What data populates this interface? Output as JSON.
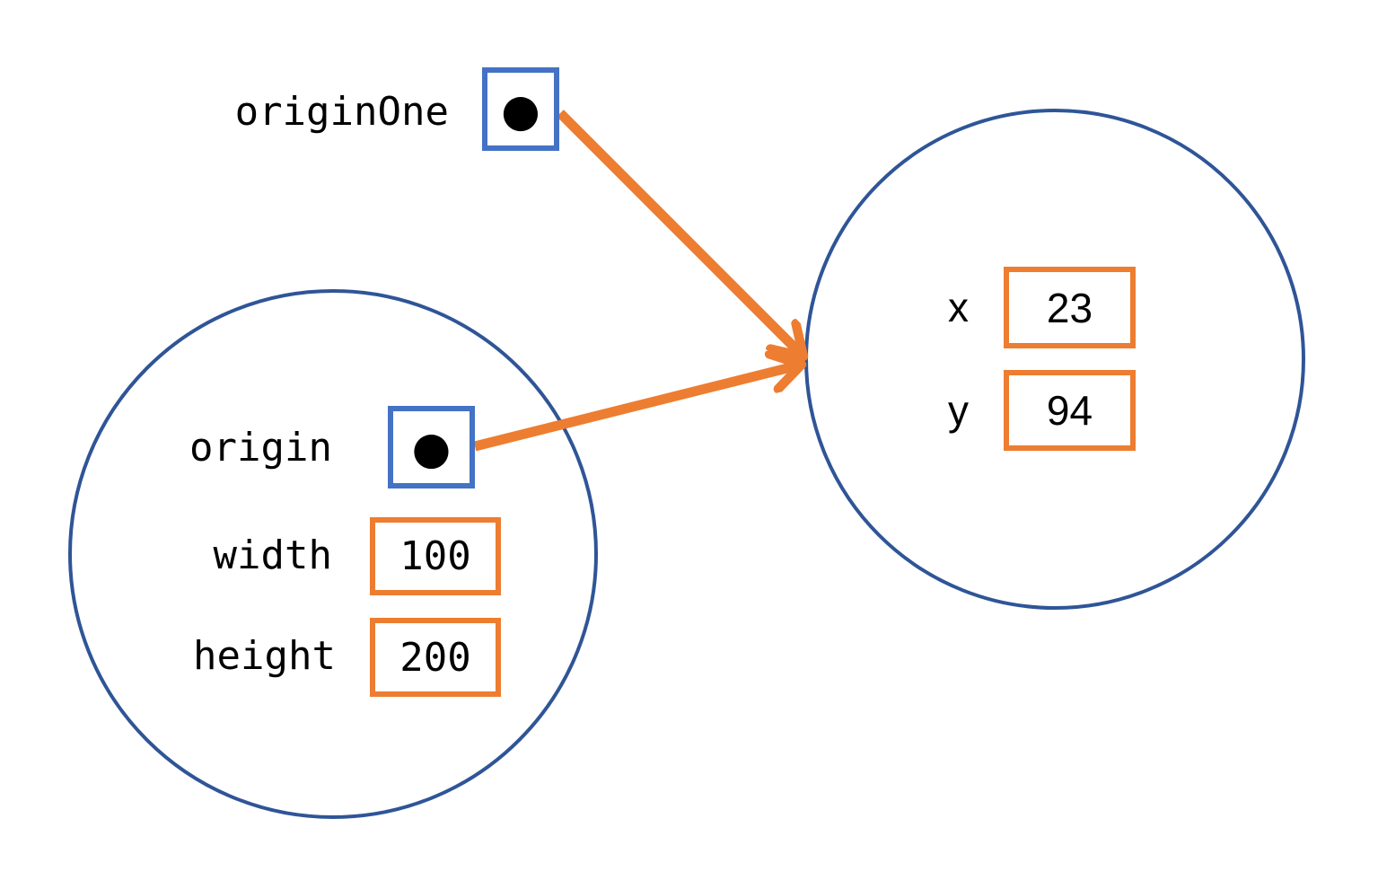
{
  "colors": {
    "reference_box_blue": "#4472C4",
    "object_circle_navy": "#2F5597",
    "accent_orange": "#ED7D31",
    "text_black": "#000000"
  },
  "icons": {
    "reference_dot": "●"
  },
  "stack_variables": {
    "origin_one": {
      "label": "originOne"
    }
  },
  "rectangle_object": {
    "origin_field": {
      "label": "origin"
    },
    "width_field": {
      "label": "width",
      "value": "100"
    },
    "height_field": {
      "label": "height",
      "value": "200"
    }
  },
  "point_object": {
    "x_field": {
      "label": "x",
      "value": "23"
    },
    "y_field": {
      "label": "y",
      "value": "94"
    }
  }
}
